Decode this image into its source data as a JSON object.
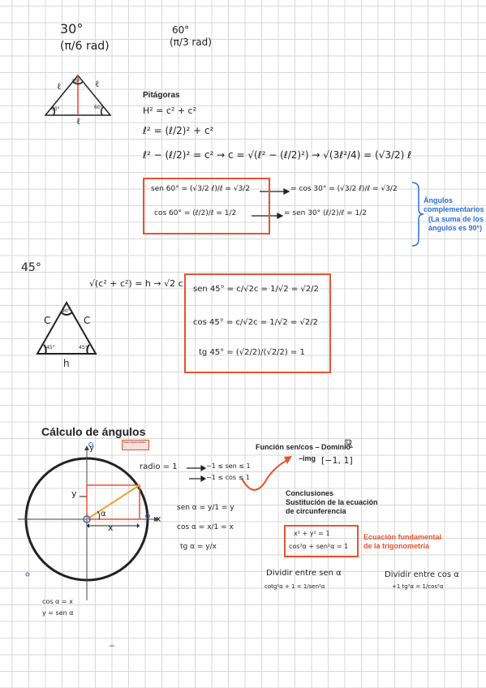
{
  "section_30": {
    "title": "30°",
    "rad": "(π/6 rad)",
    "title60": "60°",
    "rad60": "(π/3 rad)",
    "tri_angle_top": "30°",
    "tri_angle_left": "60°",
    "tri_angle_right": "60°",
    "tri_side_left": "ℓ",
    "tri_side_right": "ℓ",
    "tri_base": "ℓ"
  },
  "pitagoras": {
    "heading": "Pitágoras",
    "l1": "H² = c² + c²",
    "l2": "ℓ² = (ℓ/2)² + c²",
    "l3": "ℓ² − (ℓ/2)² = c²  →  c = √(ℓ² − (ℓ/2)²)  →  √(3ℓ²/4) = (√3/2) ℓ"
  },
  "box1": {
    "r1a": "sen 60° = (√3/2 ℓ)/ℓ = √3/2",
    "r1b": "= cos 30° = (√3/2 ℓ)/ℓ = √3/2",
    "r2a": "cos 60° = (ℓ/2)/ℓ = 1/2",
    "r2b": "= sen 30° (ℓ/2)/ℓ = 1/2"
  },
  "note_complementary": {
    "l1": "Ángulos",
    "l2": "complementarios",
    "l3": "(La suma de los",
    "l4": "ángulos es 90°)"
  },
  "section_45": {
    "title": "45°",
    "hyp": "√(c² + c²) = h → √2 c",
    "tri_top": "90°",
    "tri_left": "45°",
    "tri_right": "45°",
    "side_left": "C",
    "side_right": "C",
    "base": "h"
  },
  "box2": {
    "r1": "sen 45° = c/√2c = 1/√2 = √2/2",
    "r2": "cos 45° = c/√2c = 1/√2 = √2/2",
    "r3": "tg 45° = (√2/2)/(√2/2) = 1"
  },
  "calculo": {
    "heading": "Cálculo de ángulos",
    "tag": "Punto trigonométrico",
    "radio": "radio = 1",
    "ineq1": "−1 ≤ sen ≤ 1",
    "ineq2": "−1 ≤ cos ≤ 1",
    "funcion": "Función sen/cos – Dominio",
    "dominio_sym": "ℝ",
    "img_label": "–img",
    "img_val": "[−1, 1]",
    "axis_y": "y",
    "axis_x": "x",
    "alpha": "α",
    "seg_y": "y",
    "seg_x": "x",
    "sen_eq": "sen α = y/1 = y",
    "cos_eq": "cos α = x/1 = x",
    "tg_eq": "tg α = y/x",
    "bottom1": "cos α = x",
    "bottom2": "y = sen α"
  },
  "conclusiones": {
    "l1": "Conclusiones",
    "l2": "Sustitución de la ecuación",
    "l3": "de circunferencia",
    "eq1": "x² + y² = 1",
    "eq2": "cos²α + sen²α = 1",
    "fund1": "Ecuación fundamental",
    "fund2": "de la trigonometría",
    "div_sen": "Dividir entre sen α",
    "div_sen_eq": "cotg²α + 1 = 1/sen²α",
    "div_cos": "Dividir entre cos α",
    "div_cos_eq": "+1 tg²α = 1/cos²α"
  },
  "colors": {
    "accent": "#e8532f",
    "blue": "#2f6fd6",
    "orange": "#f0a030"
  }
}
